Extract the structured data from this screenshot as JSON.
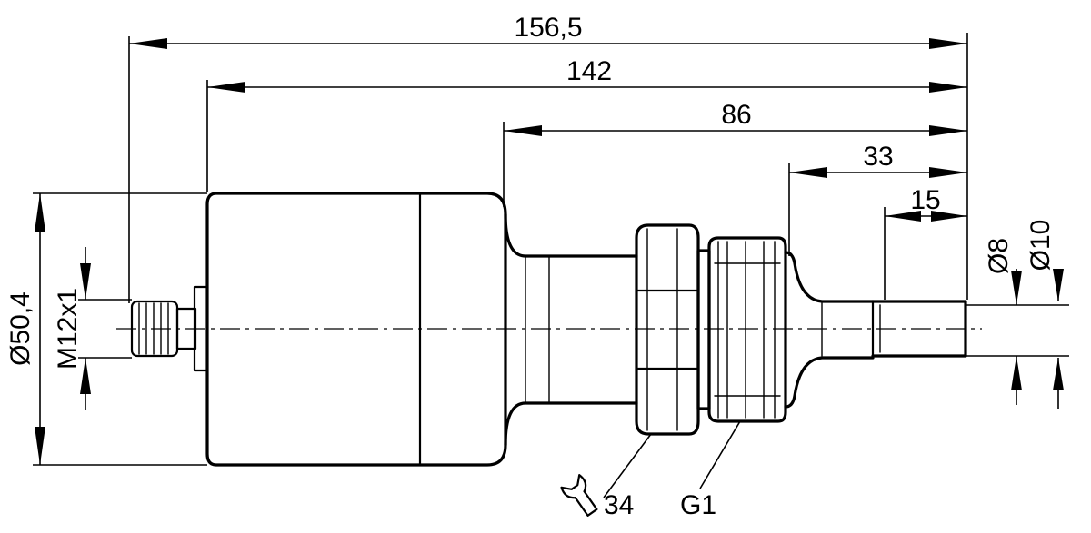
{
  "dimensions": {
    "overall_length": "156,5",
    "housing_to_tip": "142",
    "neck_to_tip": "86",
    "thread_to_tip": "33",
    "tip_length": "15",
    "housing_diameter": "Ø50,4",
    "connector_thread": "M12x1",
    "tip_diameter": "Ø8",
    "probe_diameter": "Ø10",
    "wrench_size": "34",
    "process_thread": "G1"
  },
  "icons": {
    "wrench": "wrench-icon"
  }
}
